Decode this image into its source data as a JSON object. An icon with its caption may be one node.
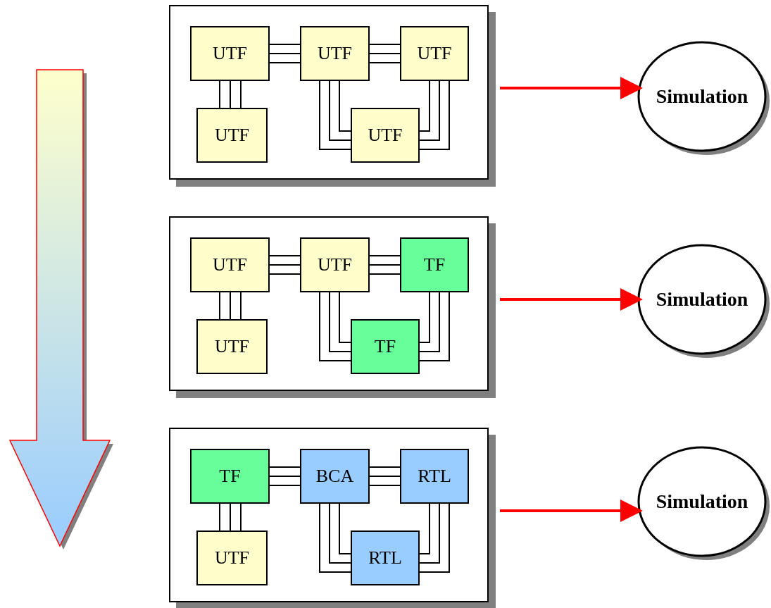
{
  "diagram": {
    "nodes": [
      {
        "text": [],
        "shape": "box"
      },
      {
        "text": [
          "UTF"
        ],
        "in": 0
      },
      {
        "text": [
          "UTF"
        ],
        "in": 0
      },
      {
        "text": [
          "UTF"
        ],
        "in": 0
      },
      {
        "text": [
          "UTF"
        ],
        "in": 0
      },
      {
        "text": [
          "UTF"
        ],
        "in": 0
      },
      {
        "text": [
          "Simulation"
        ]
      },
      {
        "text": [],
        "shape": "box"
      },
      {
        "text": [
          "UTF"
        ],
        "in": 7
      },
      {
        "text": [
          "UTF"
        ],
        "in": 7
      },
      {
        "text": [
          "TF"
        ],
        "in": 7
      },
      {
        "text": [
          "UTF"
        ],
        "in": 7
      },
      {
        "text": [
          "TF"
        ],
        "in": 7
      },
      {
        "text": [
          "Simulation"
        ]
      },
      {
        "text": [],
        "shape": "box"
      },
      {
        "text": [
          "TF"
        ],
        "in": 14
      },
      {
        "text": [
          "BCA"
        ],
        "in": 14
      },
      {
        "text": [
          "RTL"
        ],
        "in": 14
      },
      {
        "text": [
          "UTF"
        ],
        "in": 14
      },
      {
        "text": [
          "RTL"
        ],
        "in": 14
      },
      {
        "text": [
          "Simulation"
        ]
      }
    ],
    "edges": [
      {
        "from": 1,
        "to": 2,
        "arrow": "none"
      },
      {
        "from": 2,
        "to": 3,
        "arrow": "none"
      },
      {
        "from": 1,
        "to": 4,
        "arrow": "none"
      },
      {
        "from": 2,
        "to": 5,
        "arrow": "none"
      },
      {
        "from": 3,
        "to": 5,
        "arrow": "none"
      },
      {
        "from": 0,
        "to": 6,
        "arrow": "to",
        "style": "thick",
        "color": "#ff0000"
      },
      {
        "from": 8,
        "to": 9,
        "arrow": "none"
      },
      {
        "from": 9,
        "to": 10,
        "arrow": "none"
      },
      {
        "from": 8,
        "to": 11,
        "arrow": "none"
      },
      {
        "from": 9,
        "to": 12,
        "arrow": "none"
      },
      {
        "from": 10,
        "to": 12,
        "arrow": "none"
      },
      {
        "from": 7,
        "to": 13,
        "arrow": "to",
        "style": "thick",
        "color": "#ff0000"
      },
      {
        "from": 15,
        "to": 16,
        "arrow": "none"
      },
      {
        "from": 16,
        "to": 17,
        "arrow": "none"
      },
      {
        "from": 15,
        "to": 18,
        "arrow": "none"
      },
      {
        "from": 16,
        "to": 19,
        "arrow": "none"
      },
      {
        "from": 17,
        "to": 19,
        "arrow": "none"
      },
      {
        "from": 14,
        "to": 20,
        "arrow": "to",
        "style": "thick",
        "color": "#ff0000"
      }
    ]
  }
}
